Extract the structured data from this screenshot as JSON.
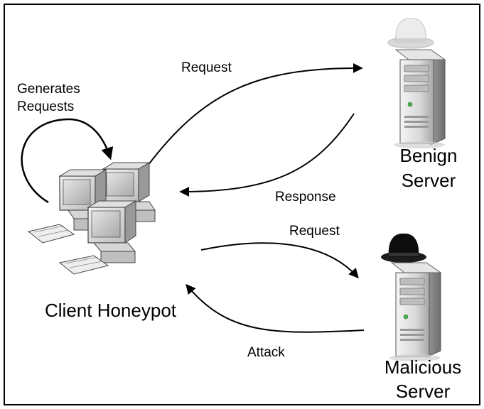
{
  "diagram": {
    "client": {
      "label": "Client Honeypot",
      "self_loop_label_line1": "Generates",
      "self_loop_label_line2": "Requests",
      "icon": "networked-computers-icon"
    },
    "benign_server": {
      "label_line1": "Benign",
      "label_line2": "Server",
      "hat_color": "#e8e8e8",
      "icon": "server-tower-icon"
    },
    "malicious_server": {
      "label_line1": "Malicious",
      "label_line2": "Server",
      "hat_color": "#111111",
      "icon": "server-tower-icon"
    },
    "edges": {
      "request_to_benign": "Request",
      "response_from_benign": "Response",
      "request_to_malicious": "Request",
      "attack_from_malicious": "Attack"
    }
  }
}
